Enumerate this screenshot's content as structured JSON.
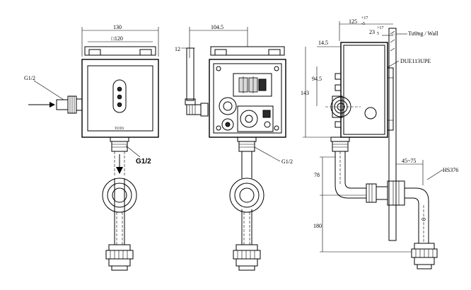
{
  "front_view": {
    "dim_width": "130",
    "dim_inner": "□120",
    "inlet_label": "G1/2",
    "brand": "TOTO",
    "outlet_label": "G1/2"
  },
  "back_view": {
    "dim_width": "104.5",
    "dim_offset": "12",
    "outlet_label": "G1/2"
  },
  "side_view": {
    "dim_depth": "125",
    "dim_depth_tol_upper": "+17",
    "dim_depth_tol_lower": "-5",
    "dim_wall_gap": "23",
    "dim_wall_gap_tol_upper": "+17",
    "dim_wall_gap_tol_lower": "5",
    "dim_top": "14.5",
    "wall_label": "Tường / Wall",
    "model_label": "DUE113UPE",
    "dim_sensor_height": "94.5",
    "dim_body_height": "143",
    "dim_pipe_offset": "78",
    "dim_drop": "180",
    "dim_projection": "45~75",
    "part_label": "HS376"
  }
}
